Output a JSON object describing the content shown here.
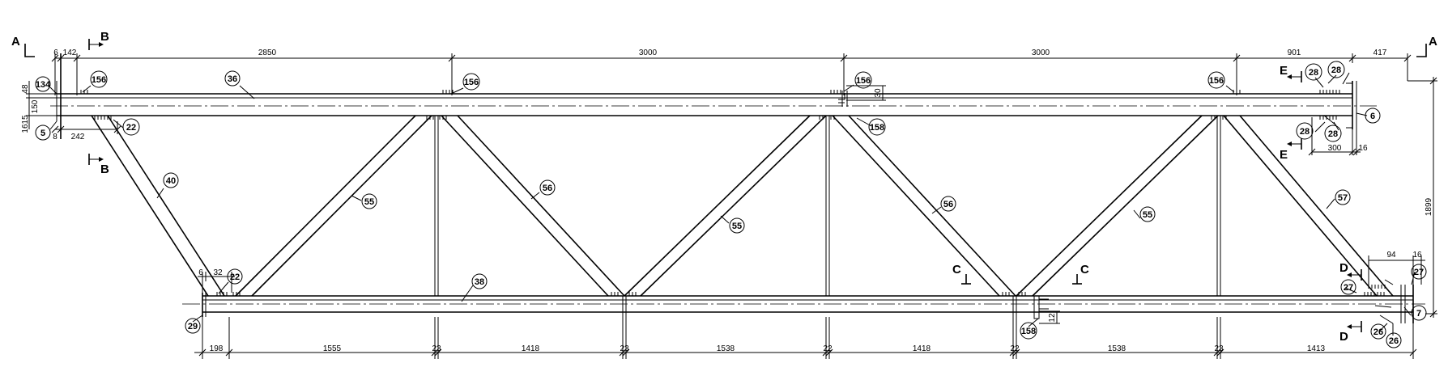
{
  "section_marks": [
    {
      "id": "mark-A-left",
      "letter": "A"
    },
    {
      "id": "mark-A-right",
      "letter": "A"
    },
    {
      "id": "mark-B-top",
      "letter": "B"
    },
    {
      "id": "mark-B-bottom",
      "letter": "B"
    },
    {
      "id": "mark-E-top",
      "letter": "E"
    },
    {
      "id": "mark-E-bottom",
      "letter": "E"
    },
    {
      "id": "mark-C-left",
      "letter": "C"
    },
    {
      "id": "mark-C-right",
      "letter": "C"
    },
    {
      "id": "mark-D-top",
      "letter": "D"
    },
    {
      "id": "mark-D-bottom",
      "letter": "D"
    }
  ],
  "part_numbers": [
    "134",
    "156",
    "36",
    "156",
    "156",
    "156",
    "28",
    "28",
    "6",
    "28",
    "28",
    "5",
    "22",
    "158",
    "40",
    "55",
    "56",
    "55",
    "56",
    "55",
    "57",
    "22",
    "38",
    "29",
    "158",
    "27",
    "27",
    "7",
    "26",
    "26"
  ],
  "dimensions": {
    "top": [
      "6",
      "142",
      "2850",
      "3000",
      "3000",
      "901",
      "417"
    ],
    "left_vertical": [
      "48",
      "15",
      "16",
      "150"
    ],
    "left_bottom": [
      "8",
      "242"
    ],
    "right_box": [
      "300",
      "16"
    ],
    "right_vertical": [
      "1899"
    ],
    "mid_vertical": [
      "30"
    ],
    "lower_left": [
      "6",
      "32"
    ],
    "lower_right": [
      "94",
      "16"
    ],
    "splice": [
      "12"
    ],
    "bottom": [
      "198",
      "1555",
      "23",
      "1418",
      "23",
      "1538",
      "22",
      "1418",
      "22",
      "1538",
      "23",
      "1413"
    ]
  }
}
